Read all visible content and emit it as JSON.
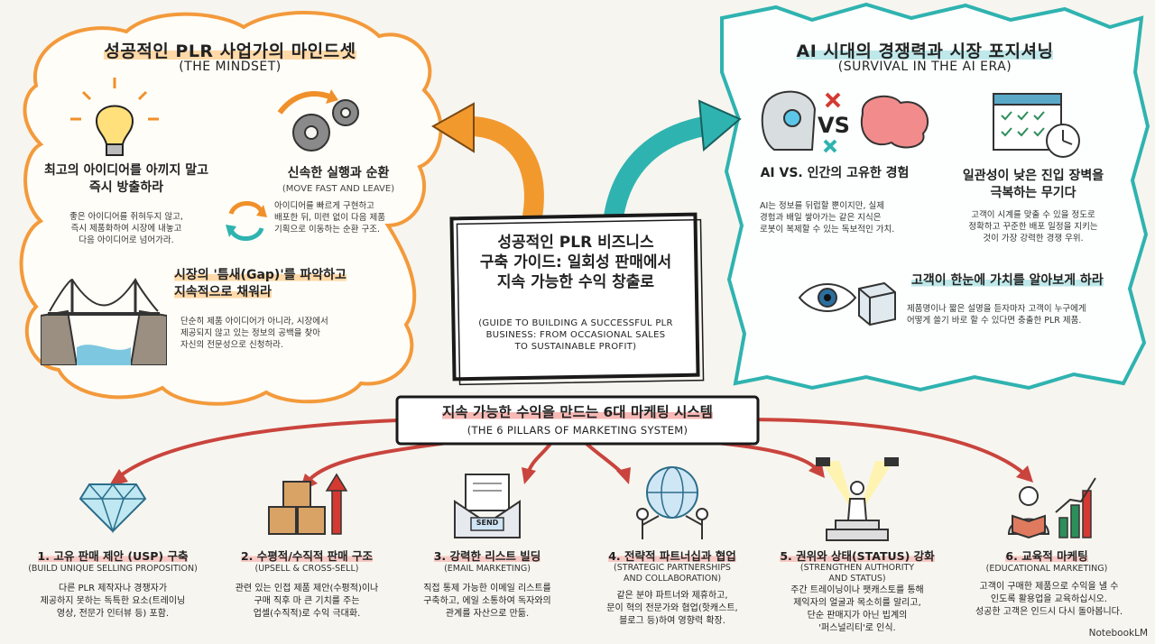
{
  "mindset": {
    "title": "성공적인 PLR 사업가의 마인드셋",
    "subtitle": "(THE MINDSET)",
    "item1_title_l1": "최고의 아이디어를 아끼지 말고",
    "item1_title_l2": "즉시 방출하라",
    "item1_desc_l1": "좋은 아이디어를 쥐혀두지 않고,",
    "item1_desc_l2": "즉시 제품화하여 시장에 내놓고",
    "item1_desc_l3": "다음 아이디어로 넘어가라.",
    "item2_title": "신속한 실행과 순환",
    "item2_sub": "(MOVE FAST AND LEAVE)",
    "item2_desc_l1": "아이디어를 빠르게 구현하고",
    "item2_desc_l2": "배포한 뒤, 미련 없이 다음 제품",
    "item2_desc_l3": "기획으로 이동하는 순환 구조.",
    "item3_title_l1": "시장의 '틈새(Gap)'를 파악하고",
    "item3_title_l2": "지속적으로 채워라",
    "item3_desc_l1": "단순히 제품 아이디어가 아니라, 시장에서",
    "item3_desc_l2": "제공되지 않고 있는 정보의 공백을 찾아",
    "item3_desc_l3": "자신의 전문성으로 신청하라."
  },
  "ai": {
    "title": "AI 시대의 경쟁력과 시장 포지셔닝",
    "subtitle": "(SURVIVAL IN THE AI ERA)",
    "vs_label": "VS",
    "item1_title": "AI VS. 인간의 고유한 경험",
    "item1_desc_l1": "AI는 정보를 뒤럽할 뿐이지만, 실제",
    "item1_desc_l2": "경험과 배일 쌓아가는 같은 지식은",
    "item1_desc_l3": "로봇이 복제할 수 있는 독보적인 가치.",
    "item2_title_l1": "일관성이 낮은 진입 장벽을",
    "item2_title_l2": "극복하는 무기다",
    "item2_desc_l1": "고객이 시계를 맞출 수 있을 정도로",
    "item2_desc_l2": "정확하고 꾸준한 배포 일정을 지키는",
    "item2_desc_l3": "것이 가장 강력한 경쟁 우위.",
    "item3_title": "고객이 한눈에 가치를 알아보게 하라",
    "item3_desc_l1": "제품명이나 짧은 설명을 듣자마자 고객이 누구에게",
    "item3_desc_l2": "어떻게 쓸기 바로 할 수 있다면 충출한 PLR 제품."
  },
  "center": {
    "title_l1": "성공적인 PLR 비즈니스",
    "title_l2": "구축 가이드: 일회성 판매에서",
    "title_l3": "지속 가능한 수익 창출로",
    "sub_l1": "(GUIDE TO BUILDING A SUCCESSFUL PLR",
    "sub_l2": "BUSINESS: FROM OCCASIONAL SALES",
    "sub_l3": "TO SUSTAINABLE PROFIT)"
  },
  "pillars": {
    "title": "지속 가능한 수익을 만드는 6대 마케팅 시스템",
    "subtitle": "(THE 6 PILLARS OF MARKETING SYSTEM)",
    "p1": {
      "title": "1. 고유 판매 제안 (USP) 구축",
      "sub": "(BUILD UNIQUE SELLING PROPOSITION)",
      "d1": "다른 PLR 제작자나 경쟁자가",
      "d2": "제공하지 못하는 독특한 요소(트레이닝",
      "d3": "영상, 전문가 인터뷰 등) 포함."
    },
    "p2": {
      "title": "2. 수평적/수직적 판매 구조",
      "sub": "(UPSELL & CROSS-SELL)",
      "d1": "관련 있는 인접 제품 제안(수평적)이나",
      "d2": "구매 직후 마 큰 기치를 주는",
      "d3": "업셀(수직적)로 수익 극대화."
    },
    "p3": {
      "title": "3. 강력한 리스트 빌딩",
      "sub": "(EMAIL MARKETING)",
      "d1": "직접 통제 가능한 이메일 리스트를",
      "d2": "구축하고, 에일 소통하여 독자와의",
      "d3": "관계를 자산으로 만듦."
    },
    "p4": {
      "title": "4. 전략적 파트너십과 협업",
      "sub1": "(STRATEGIC PARTNERSHIPS",
      "sub2": "AND COLLABORATION)",
      "d1": "같은 분야 파트너와 제휴하고,",
      "d2": "문이 혁의 전문가와 협업(핫캐스트,",
      "d3": "블로그 등)하여 영향력 확장."
    },
    "p5": {
      "title": "5. 권위와 상태(STATUS) 강화",
      "sub1": "(STRENGTHEN AUTHORITY",
      "sub2": "AND STATUS)",
      "d1": "주간 트레이닝이나 팻캐스토를 통해",
      "d2": "제익자의 얼굴과 목소히를 알리고,",
      "d3": "단순 판매지가 아닌 빕계의",
      "d4": "'퍼스널리티'로 인식."
    },
    "p6": {
      "title": "6. 교육적 마케팅",
      "sub": "(EDUCATIONAL MARKETING)",
      "d1": "고객이 구매한 제품으로 수익을 낼 수",
      "d2": "인도록 활용업을 교육하십시오.",
      "d3": "성공한 고객은 인드시 다시 돌아봅니다."
    },
    "send_label": "SEND"
  },
  "watermark": "NotebookLM"
}
